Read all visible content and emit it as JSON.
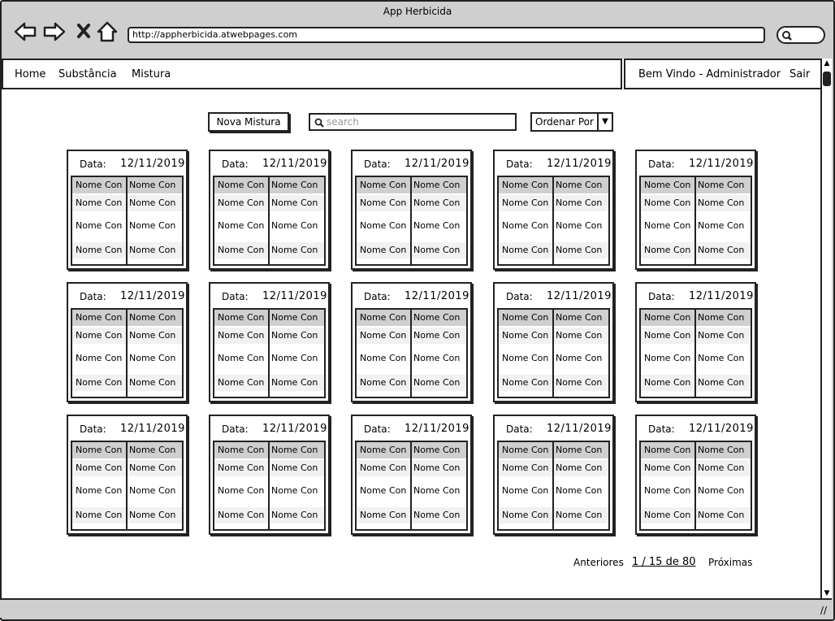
{
  "window": {
    "title": "App Herbicida"
  },
  "browser": {
    "url": "http://appherbicida.atwebpages.com",
    "back_icon": "back-arrow-icon",
    "forward_icon": "forward-arrow-icon",
    "stop_icon": "close-icon",
    "home_icon": "home-icon"
  },
  "nav": {
    "items": [
      {
        "label": "Home"
      },
      {
        "label": "Substância"
      },
      {
        "label": "Mistura"
      }
    ],
    "welcome": "Bem Vindo - Administrador",
    "logout": "Sair"
  },
  "toolbar": {
    "new_button": "Nova Mistura",
    "search_placeholder": "search",
    "sort_label": "Ordenar Por"
  },
  "cards": {
    "date_label": "Data:",
    "items": [
      {
        "date": "12/11/2019",
        "rows": [
          [
            "Nome Con",
            "Nome Con"
          ],
          [
            "Nome Con",
            "Nome Con"
          ],
          [
            "Nome Con",
            "Nome Con"
          ],
          [
            "Nome Con",
            "Nome Con"
          ]
        ]
      },
      {
        "date": "12/11/2019",
        "rows": [
          [
            "Nome Con",
            "Nome Con"
          ],
          [
            "Nome Con",
            "Nome Con"
          ],
          [
            "Nome Con",
            "Nome Con"
          ],
          [
            "Nome Con",
            "Nome Con"
          ]
        ]
      },
      {
        "date": "12/11/2019",
        "rows": [
          [
            "Nome Con",
            "Nome Con"
          ],
          [
            "Nome Con",
            "Nome Con"
          ],
          [
            "Nome Con",
            "Nome Con"
          ],
          [
            "Nome Con",
            "Nome Con"
          ]
        ]
      },
      {
        "date": "12/11/2019",
        "rows": [
          [
            "Nome Con",
            "Nome Con"
          ],
          [
            "Nome Con",
            "Nome Con"
          ],
          [
            "Nome Con",
            "Nome Con"
          ],
          [
            "Nome Con",
            "Nome Con"
          ]
        ]
      },
      {
        "date": "12/11/2019",
        "rows": [
          [
            "Nome Con",
            "Nome Con"
          ],
          [
            "Nome Con",
            "Nome Con"
          ],
          [
            "Nome Con",
            "Nome Con"
          ],
          [
            "Nome Con",
            "Nome Con"
          ]
        ]
      },
      {
        "date": "12/11/2019",
        "rows": [
          [
            "Nome Con",
            "Nome Con"
          ],
          [
            "Nome Con",
            "Nome Con"
          ],
          [
            "Nome Con",
            "Nome Con"
          ],
          [
            "Nome Con",
            "Nome Con"
          ]
        ]
      },
      {
        "date": "12/11/2019",
        "rows": [
          [
            "Nome Con",
            "Nome Con"
          ],
          [
            "Nome Con",
            "Nome Con"
          ],
          [
            "Nome Con",
            "Nome Con"
          ],
          [
            "Nome Con",
            "Nome Con"
          ]
        ]
      },
      {
        "date": "12/11/2019",
        "rows": [
          [
            "Nome Con",
            "Nome Con"
          ],
          [
            "Nome Con",
            "Nome Con"
          ],
          [
            "Nome Con",
            "Nome Con"
          ],
          [
            "Nome Con",
            "Nome Con"
          ]
        ]
      },
      {
        "date": "12/11/2019",
        "rows": [
          [
            "Nome Con",
            "Nome Con"
          ],
          [
            "Nome Con",
            "Nome Con"
          ],
          [
            "Nome Con",
            "Nome Con"
          ],
          [
            "Nome Con",
            "Nome Con"
          ]
        ]
      },
      {
        "date": "12/11/2019",
        "rows": [
          [
            "Nome Con",
            "Nome Con"
          ],
          [
            "Nome Con",
            "Nome Con"
          ],
          [
            "Nome Con",
            "Nome Con"
          ],
          [
            "Nome Con",
            "Nome Con"
          ]
        ]
      },
      {
        "date": "12/11/2019",
        "rows": [
          [
            "Nome Con",
            "Nome Con"
          ],
          [
            "Nome Con",
            "Nome Con"
          ],
          [
            "Nome Con",
            "Nome Con"
          ],
          [
            "Nome Con",
            "Nome Con"
          ]
        ]
      },
      {
        "date": "12/11/2019",
        "rows": [
          [
            "Nome Con",
            "Nome Con"
          ],
          [
            "Nome Con",
            "Nome Con"
          ],
          [
            "Nome Con",
            "Nome Con"
          ],
          [
            "Nome Con",
            "Nome Con"
          ]
        ]
      },
      {
        "date": "12/11/2019",
        "rows": [
          [
            "Nome Con",
            "Nome Con"
          ],
          [
            "Nome Con",
            "Nome Con"
          ],
          [
            "Nome Con",
            "Nome Con"
          ],
          [
            "Nome Con",
            "Nome Con"
          ]
        ]
      },
      {
        "date": "12/11/2019",
        "rows": [
          [
            "Nome Con",
            "Nome Con"
          ],
          [
            "Nome Con",
            "Nome Con"
          ],
          [
            "Nome Con",
            "Nome Con"
          ],
          [
            "Nome Con",
            "Nome Con"
          ]
        ]
      },
      {
        "date": "12/11/2019",
        "rows": [
          [
            "Nome Con",
            "Nome Con"
          ],
          [
            "Nome Con",
            "Nome Con"
          ],
          [
            "Nome Con",
            "Nome Con"
          ],
          [
            "Nome Con",
            "Nome Con"
          ]
        ]
      }
    ]
  },
  "pagination": {
    "previous": "Anteriores",
    "info": "1 / 15 de 80",
    "next": "Próximas"
  }
}
